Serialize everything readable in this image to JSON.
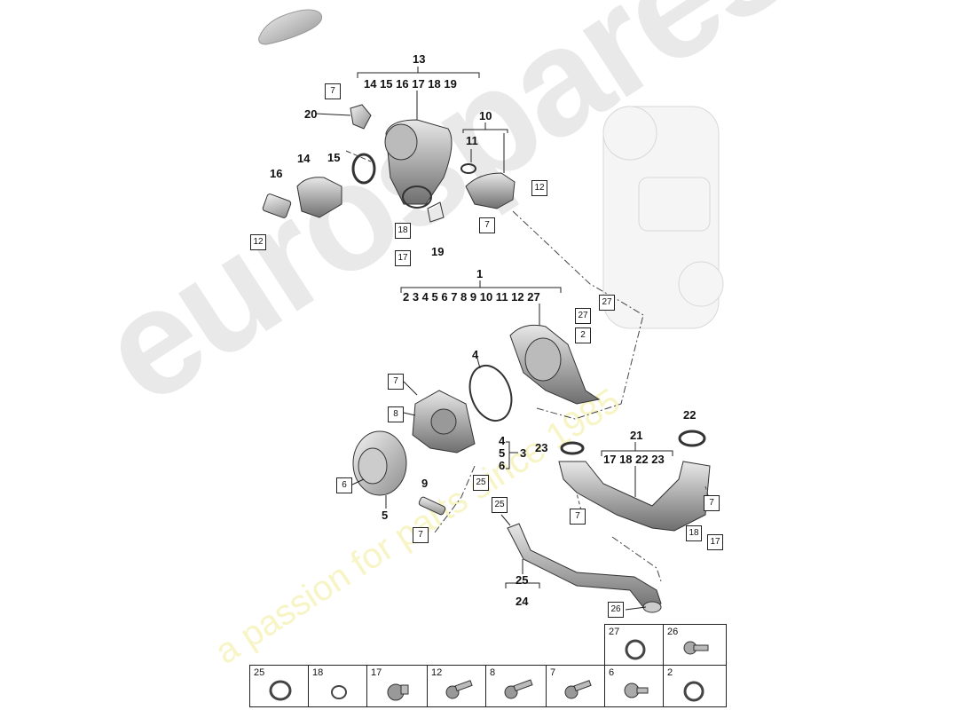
{
  "watermark": {
    "brand": "eurospares",
    "tagline": "a passion for parts since 1985"
  },
  "callouts": {
    "c13": "13",
    "c13_sub": "14 15 16 17 18 19",
    "c10": "10",
    "c11": "11",
    "c20": "20",
    "c15": "15",
    "c14": "14",
    "c16": "16",
    "c19": "19",
    "c1": "1",
    "c1_sub": "2 3 4 5 6 7 8 9 10 11 12 27",
    "c4a": "4",
    "c4b": "4",
    "c5a": "5",
    "c5b": "5",
    "c6": "6",
    "c3": "3",
    "c9": "9",
    "c23": "23",
    "c22": "22",
    "c21": "21",
    "c21_sub": "17 18 22 23",
    "c25": "25",
    "c24": "24"
  },
  "boxed_labels": {
    "b7_top": "7",
    "b12_right": "12",
    "b7_mid": "7",
    "b18": "18",
    "b17": "17",
    "b12_left": "12",
    "b27_a": "27",
    "b27_b": "27",
    "b2": "2",
    "b7_pump": "7",
    "b8": "8",
    "b6": "6",
    "b25_a": "25",
    "b25_b": "25",
    "b7_bot": "7",
    "b7_pipe_l": "7",
    "b7_pipe_r": "7",
    "b18_pipe": "18",
    "b17_pipe": "17",
    "b26": "26"
  },
  "parts_table": {
    "top_row": [
      "27",
      "26"
    ],
    "bottom_row": [
      "25",
      "18",
      "17",
      "12",
      "8",
      "7",
      "6",
      "2"
    ]
  },
  "colors": {
    "line": "#222222",
    "part_fill": "#d9d9d9",
    "part_dark": "#8a8a8a",
    "watermark_yellow": "#f0eb96"
  }
}
